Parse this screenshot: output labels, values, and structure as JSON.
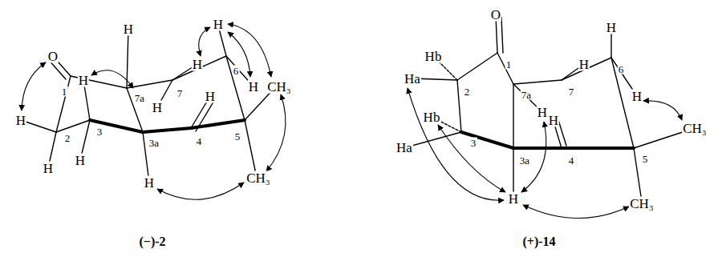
{
  "diagram": {
    "labels": [
      "O",
      "H",
      "H",
      "1",
      "2",
      "H",
      "3",
      "H",
      "3a",
      "H",
      "7a",
      "H",
      "7",
      "H",
      "H",
      "4",
      "H",
      "6",
      "H",
      "H",
      "5",
      "CH₃",
      "CH₃",
      "(−)-2",
      "O",
      "1",
      "Hb",
      "Ha",
      "2",
      "7a",
      "H",
      "7",
      "H",
      "6",
      "H",
      "H",
      "Hb",
      "Ha",
      "3",
      "3a",
      "H",
      "4",
      "H",
      "5",
      "CH₃",
      "CH₃",
      "(+)-14"
    ]
  }
}
